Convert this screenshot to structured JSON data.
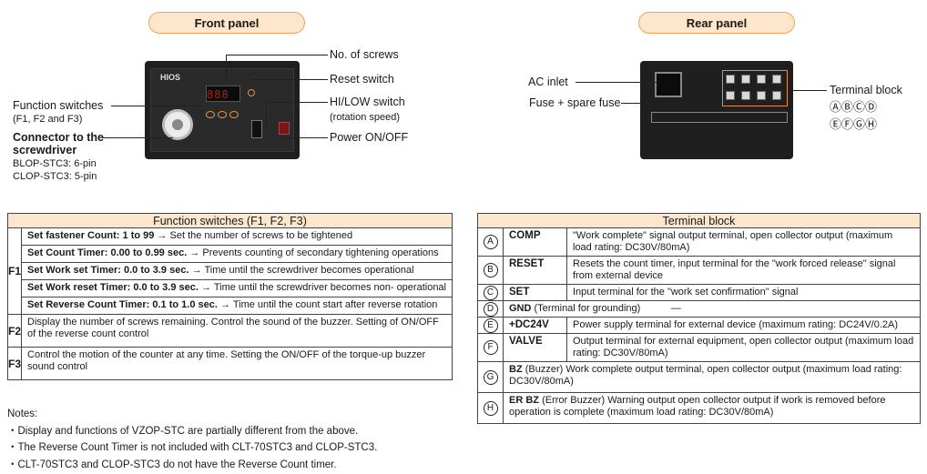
{
  "front_panel": {
    "title": "Front panel",
    "device_brand": "HIOS",
    "display": "888",
    "labels": {
      "no_screws": "No. of screws",
      "reset_switch": "Reset switch",
      "hilow_switch": "HI/LOW switch",
      "hilow_sub": "(rotation speed)",
      "power": "Power ON/OFF",
      "function_switches": "Function switches",
      "function_sub": "(F1, F2 and F3)",
      "connector_1": "Connector to the",
      "connector_2": "screwdriver",
      "connector_3": "BLOP-STC3: 6-pin",
      "connector_4": "CLOP-STC3: 5-pin"
    }
  },
  "rear_panel": {
    "title": "Rear panel",
    "labels": {
      "ac_inlet": "AC inlet",
      "fuse": "Fuse + spare fuse",
      "terminal_block": "Terminal block",
      "terminal_letters_1": "ⒶⒷⒸⒹ",
      "terminal_letters_2": "ⒺⒻⒼⒽ"
    }
  },
  "function_table": {
    "title": "Function switches (F1, F2, F3)",
    "f1_label": "F1",
    "f1_rows": [
      {
        "setting": "Set fastener Count: 1 to 99",
        "arrow": "→",
        "desc": "Set the number of screws to be tightened"
      },
      {
        "setting": "Set Count Timer: 0.00 to 0.99 sec.",
        "arrow": "→",
        "desc": "Prevents counting of secondary tightening operations"
      },
      {
        "setting": "Set Work set Timer: 0.0 to 3.9 sec.",
        "arrow": "→",
        "desc": "Time until the screwdriver becomes operational"
      },
      {
        "setting": "Set Work reset Timer: 0.0 to 3.9 sec.",
        "arrow": "→",
        "desc": "Time until the screwdriver becomes non- operational"
      },
      {
        "setting": "Set Reverse Count Timer: 0.1 to 1.0 sec.",
        "arrow": "→",
        "desc": "Time until the count start after reverse rotation"
      }
    ],
    "f2_label": "F2",
    "f2_desc": "Display the number of screws remaining. Control the sound of the buzzer. Setting of ON/OFF of the reverse count control",
    "f3_label": "F3",
    "f3_desc": "Control the motion of the counter at any time. Setting the ON/OFF of the torque-up buzzer sound control"
  },
  "terminal_table": {
    "title": "Terminal block",
    "rows": [
      {
        "letter": "A",
        "name": "COMP",
        "desc": "\"Work complete\" signal output terminal, open collector output (maximum load rating: DC30V/80mA)"
      },
      {
        "letter": "B",
        "name": "RESET",
        "desc": "Resets the count timer, input terminal for the \"work forced release\" signal from external device"
      },
      {
        "letter": "C",
        "name": "SET",
        "desc": "Input terminal for the \"work set confirmation\" signal"
      },
      {
        "letter": "D",
        "name": "GND",
        "name_suffix": "(Terminal for grounding)",
        "desc": "—"
      },
      {
        "letter": "E",
        "name": "+DC24V",
        "desc": "Power supply terminal for external device (maximum rating: DC24V/0.2A)"
      },
      {
        "letter": "F",
        "name": "VALVE",
        "desc": "Output terminal for external equipment, open collector output (maximum load rating: DC30V/80mA)"
      },
      {
        "letter": "G",
        "name": "BZ",
        "name_suffix": "(Buzzer)",
        "desc": "Work complete output terminal, open collector output (maximum load rating: DC30V/80mA)"
      },
      {
        "letter": "H",
        "name": "ER BZ",
        "name_suffix": "(Error Buzzer)",
        "desc": "Warning output open collector output if work is removed before operation is complete (maximum load rating: DC30V/80mA)"
      }
    ]
  },
  "notes": {
    "title": "Notes:",
    "items": [
      "・Display and functions of VZOP-STC are partially different from the above.",
      "・The Reverse Count Timer is not included with CLT-70STC3 and CLOP-STC3.",
      "・CLT-70STC3 and CLOP-STC3 do not have the Reverse Count timer."
    ]
  }
}
